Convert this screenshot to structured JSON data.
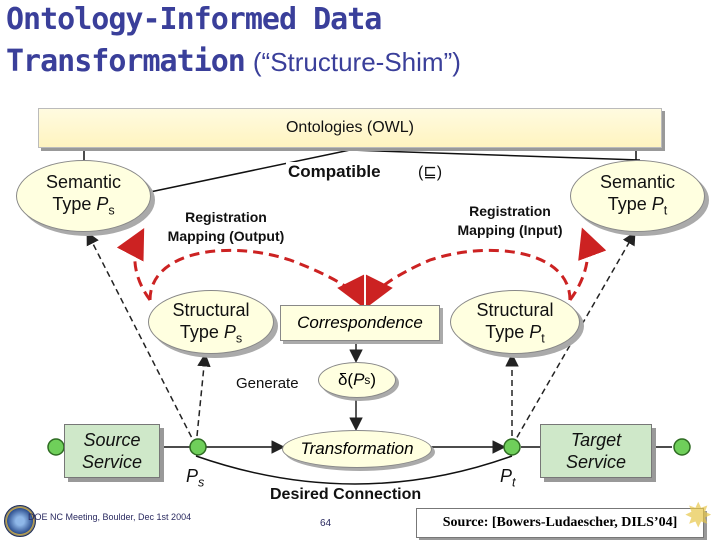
{
  "title": {
    "line1": "Ontology-Informed Data",
    "line2": "Transformation",
    "line2_sub": "(“Structure-Shim”)"
  },
  "ontologies_bar": "Ontologies (OWL)",
  "compatible_label": "Compatible",
  "subsumption_symbol": "(⊑)",
  "semantic_source": {
    "line1": "Semantic",
    "line2": "Type",
    "var": "P",
    "sub": "s"
  },
  "semantic_target": {
    "line1": "Semantic",
    "line2": "Type",
    "var": "P",
    "sub": "t"
  },
  "registration_output": {
    "line1": "Registration",
    "line2": "Mapping (Output)"
  },
  "registration_input": {
    "line1": "Registration",
    "line2": "Mapping (Input)"
  },
  "structural_source": {
    "line1": "Structural",
    "line2": "Type",
    "var": "P",
    "sub": "s"
  },
  "structural_target": {
    "line1": "Structural",
    "line2": "Type",
    "var": "P",
    "sub": "t"
  },
  "correspondence": "Correspondence",
  "generate_label": "Generate",
  "delta": {
    "prefix": "δ(",
    "var": "P",
    "sub": "s",
    "suffix": ")"
  },
  "source_service": {
    "line1": "Source",
    "line2": "Service"
  },
  "target_service": {
    "line1": "Target",
    "line2": "Service"
  },
  "transformation": "Transformation",
  "port_source": {
    "var": "P",
    "sub": "s"
  },
  "port_target": {
    "var": "P",
    "sub": "t"
  },
  "desired_connection": "Desired Connection",
  "footer_left": "DOE NC Meeting, Boulder, Dec 1st 2004",
  "page_number": "64",
  "source_citation": "Source: [Bowers-Ludaescher, DILS’04]",
  "colors": {
    "title": "#3a3f9a",
    "red_arrow": "#cc2222",
    "service_fill": "#cfe8c9",
    "port_fill": "#6fcf5a",
    "node_fill": "#ffffe0"
  }
}
